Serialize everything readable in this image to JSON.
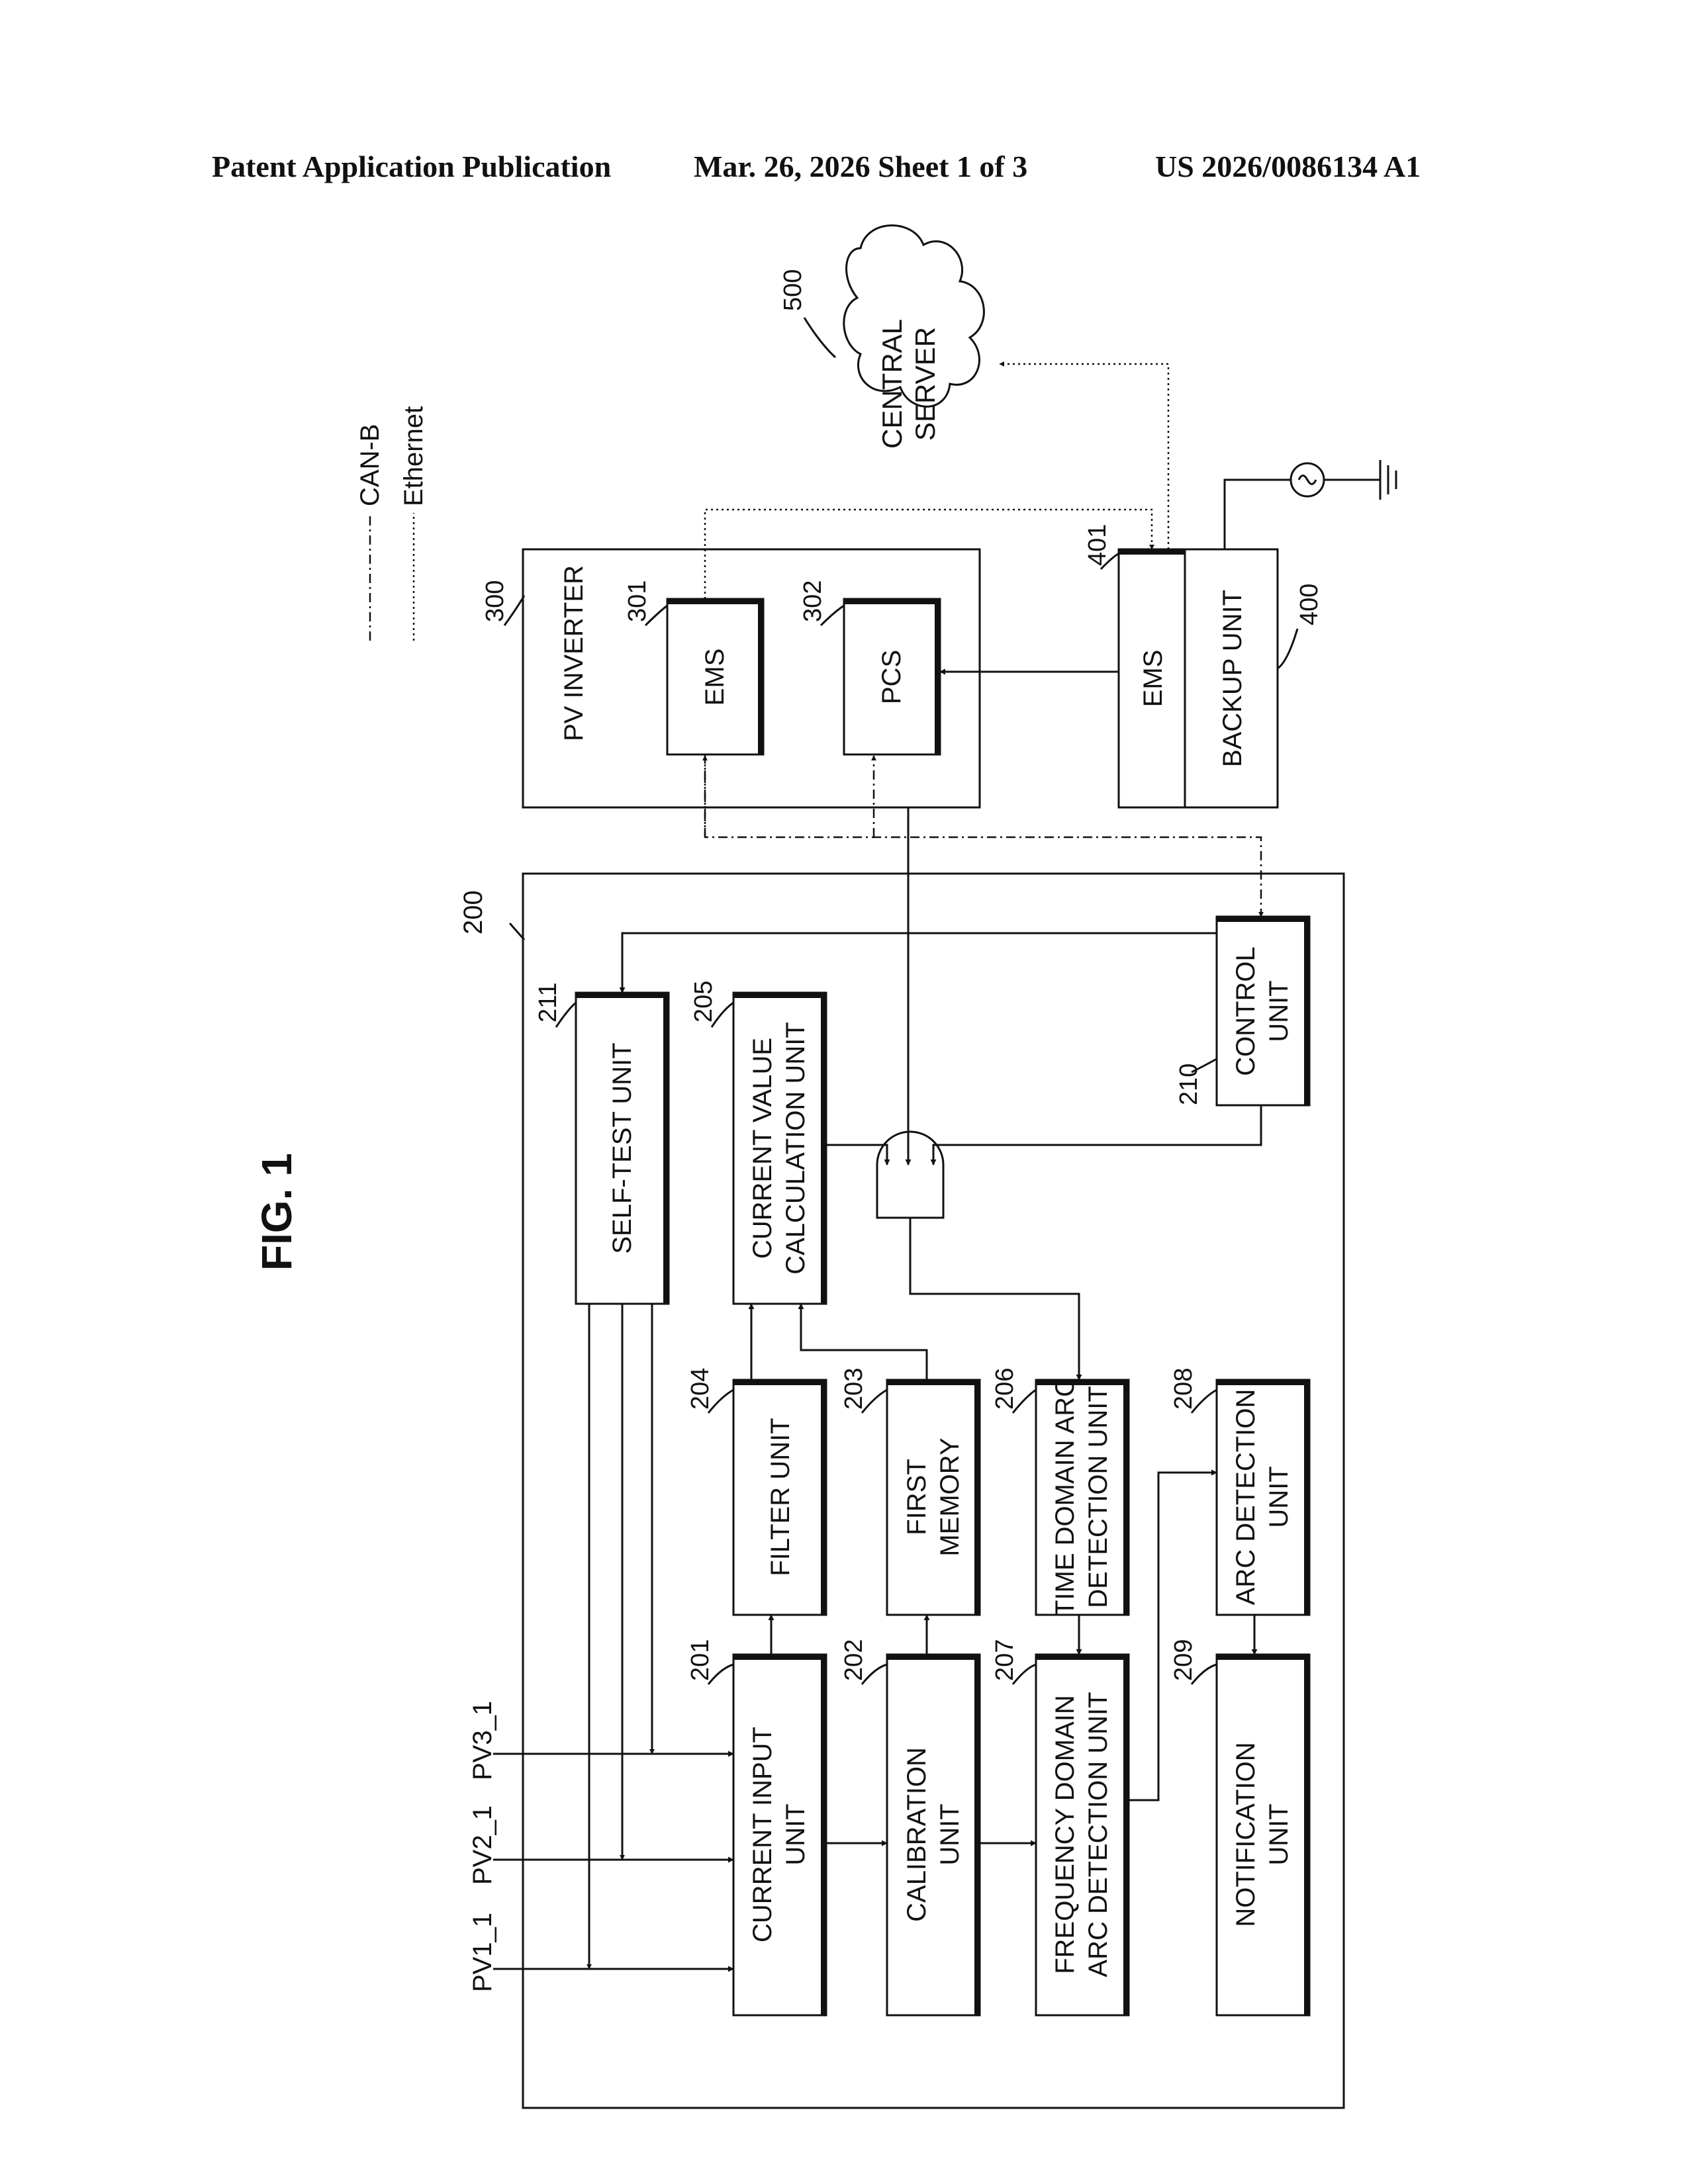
{
  "header": {
    "publication": "Patent Application Publication",
    "date_sheet": "Mar. 26, 2026  Sheet 1 of 3",
    "number": "US 2026/0086134 A1"
  },
  "figure": {
    "title": "FIG.  1",
    "legend": {
      "can": "CAN-B",
      "ethernet": "Ethernet"
    },
    "inputs": {
      "pv1": "PV1_1",
      "pv2": "PV2_1",
      "pv3": "PV3_1"
    },
    "apparatus": {
      "ref": "200"
    },
    "blocks": {
      "current_input": {
        "ref": "201",
        "lines": [
          "CURRENT INPUT",
          "UNIT"
        ]
      },
      "calibration": {
        "ref": "202",
        "lines": [
          "CALIBRATION",
          "UNIT"
        ]
      },
      "first_memory": {
        "ref": "203",
        "lines": [
          "FIRST",
          "MEMORY"
        ]
      },
      "filter": {
        "ref": "204",
        "lines": [
          "FILTER UNIT"
        ]
      },
      "current_value": {
        "ref": "205",
        "lines": [
          "CURRENT VALUE",
          "CALCULATION UNIT"
        ]
      },
      "time_domain": {
        "ref": "206",
        "lines": [
          "TIME DOMAIN ARC",
          "DETECTION UNIT"
        ]
      },
      "frequency_domain": {
        "ref": "207",
        "lines": [
          "FREQUENCY DOMAIN",
          "ARC DETECTION UNIT"
        ]
      },
      "arc_detection": {
        "ref": "208",
        "lines": [
          "ARC DETECTION",
          "UNIT"
        ]
      },
      "notification": {
        "ref": "209",
        "lines": [
          "NOTIFICATION",
          "UNIT"
        ]
      },
      "control": {
        "ref": "210",
        "lines": [
          "CONTROL",
          "UNIT"
        ]
      },
      "self_test": {
        "ref": "211",
        "lines": [
          "SELF-TEST UNIT"
        ]
      }
    },
    "pv_inverter": {
      "ref": "300",
      "label": "PV INVERTER",
      "ems": {
        "ref": "301",
        "label": "EMS"
      },
      "pcs": {
        "ref": "302",
        "label": "PCS"
      }
    },
    "backup": {
      "ref": "400",
      "label": "BACKUP UNIT",
      "ems": {
        "ref": "401",
        "label": "EMS"
      }
    },
    "central_server": {
      "ref": "500",
      "lines": [
        "CENTRAL",
        "SERVER"
      ]
    }
  }
}
